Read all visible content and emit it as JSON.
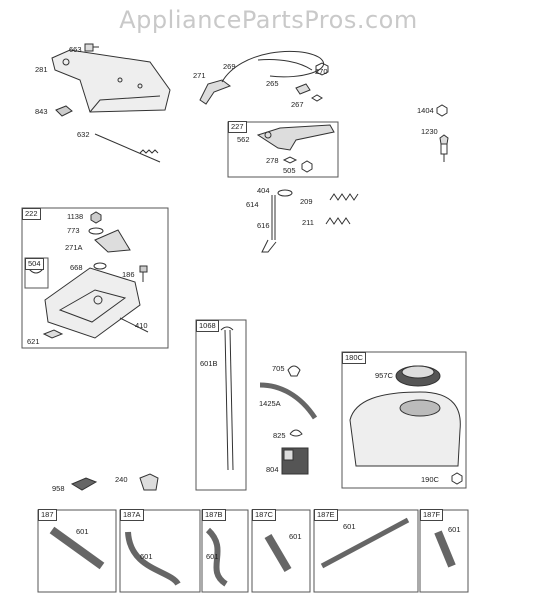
{
  "watermark": "AppliancePartsPros.com",
  "labels": {
    "p663": "663",
    "p281": "281",
    "p843": "843",
    "p632": "632",
    "p271": "271",
    "p269": "269",
    "p270": "270",
    "p265": "265",
    "p267": "267",
    "p1404": "1404",
    "p1230": "1230",
    "p227": "227",
    "p562": "562",
    "p278": "278",
    "p505": "505",
    "p404": "404",
    "p209": "209",
    "p614": "614",
    "p211": "211",
    "p616": "616",
    "p222": "222",
    "p1138": "1138",
    "p773": "773",
    "p271A": "271A",
    "p504": "504",
    "p668": "668",
    "p186": "186",
    "p410": "410",
    "p621": "621",
    "p1068": "1068",
    "p601B": "601B",
    "p705": "705",
    "p1425A": "1425A",
    "p825": "825",
    "p804": "804",
    "p180C": "180C",
    "p957C": "957C",
    "p190C": "190C",
    "p958": "958",
    "p240": "240",
    "p187": "187",
    "p187A": "187A",
    "p187B": "187B",
    "p187C": "187C",
    "p187E": "187E",
    "p187F": "187F",
    "p601a": "601",
    "p601b": "601",
    "p601c": "601",
    "p601d": "601",
    "p601e": "601",
    "p601f": "601"
  }
}
